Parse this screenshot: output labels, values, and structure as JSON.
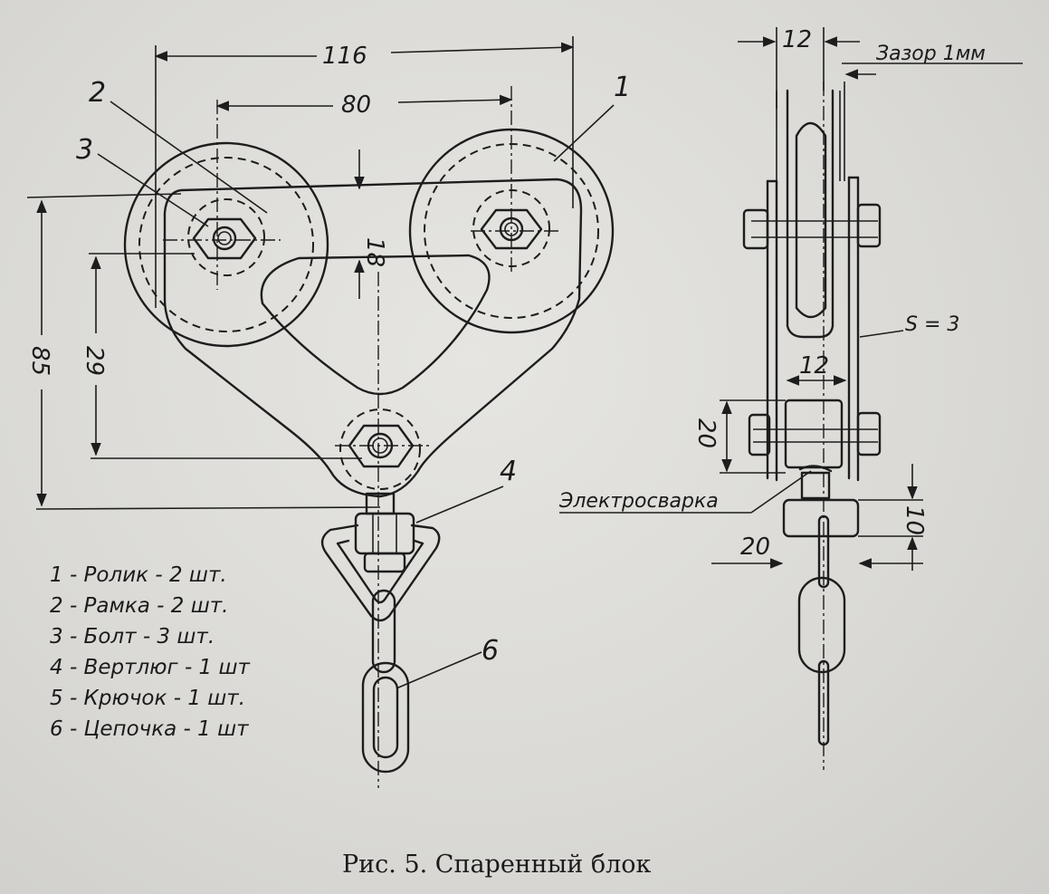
{
  "dimensions": {
    "d116": "116",
    "d80": "80",
    "d18": "18",
    "d85": "85",
    "d29": "29",
    "d12_top": "12",
    "gap": "Зазор 1мм",
    "s3": "S = 3",
    "d12_mid": "12",
    "d20_side": "20",
    "d10": "10",
    "d20_bottom": "20"
  },
  "callouts": {
    "c1": "1",
    "c2": "2",
    "c3": "3",
    "c4": "4",
    "c6": "6",
    "weld": "Электросварка"
  },
  "legend": [
    "1 - Ролик - 2 шт.",
    "2 - Рамка - 2 шт.",
    "3 - Болт - 3 шт.",
    "4 - Вертлюг - 1 шт",
    "5 - Крючок - 1 шт.",
    "6 - Цепочка - 1 шт"
  ],
  "caption": "Рис. 5. Спаренный блок"
}
